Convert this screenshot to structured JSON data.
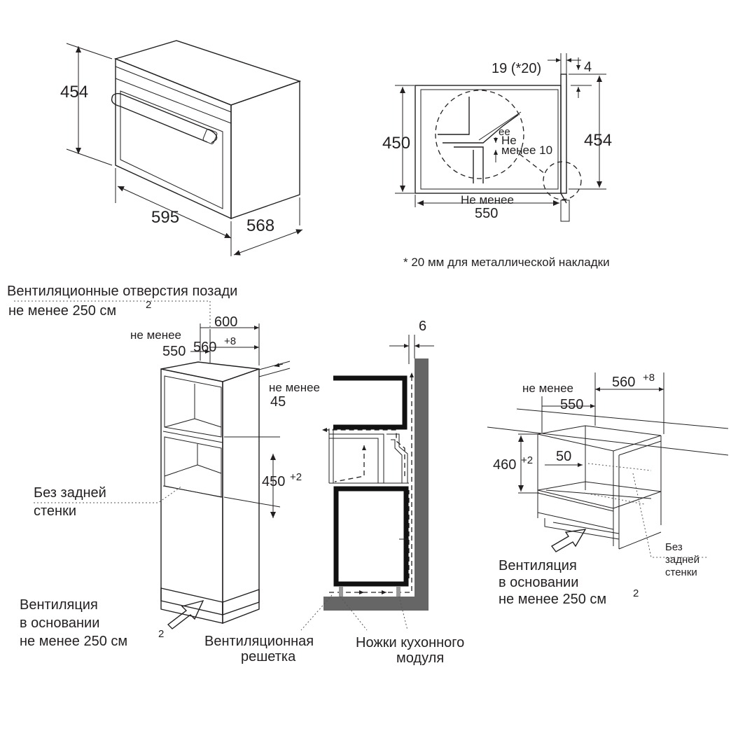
{
  "oven_view": {
    "height": "454",
    "width": "595",
    "depth": "568"
  },
  "side_section": {
    "top_offset": "19 (*20)",
    "top_gap": "4",
    "inner_height": "450",
    "outer_height": "454",
    "min_label": "Не менее",
    "min_value": "550",
    "detail_min_cut": "Не",
    "detail_min_label": "менее 10",
    "detail_min_ghost": "ее",
    "footnote": "* 20 мм для металлической накладки"
  },
  "tall_cabinet": {
    "vent_title_line1": "Вентиляционные отверстия позади",
    "vent_title_line2": "не менее 250 см",
    "vent_title_sup": "2",
    "depth_600": "600",
    "min_label": "не менее",
    "min_550": "550",
    "width_560": "560",
    "width_560_tol": "+8",
    "min45_label": "не менее",
    "min45_value": "45",
    "niche_height": "450",
    "niche_height_tol": "+2",
    "no_back_line1": "Без задней",
    "no_back_line2": "стенки",
    "base_vent_line1": "Вентиляция",
    "base_vent_line2": "в основании",
    "base_vent_line3": "не менее 250 см",
    "base_vent_sup": "2"
  },
  "airflow_section": {
    "gap": "6",
    "grille_line1": "Вентиляционная",
    "grille_line2": "решетка",
    "legs_line1": "Ножки кухонного",
    "legs_line2": "модуля"
  },
  "under_counter": {
    "min_label": "не менее",
    "min_550": "550",
    "width_560": "560",
    "width_560_tol": "+8",
    "height_460": "460",
    "height_460_tol": "+2",
    "gap_50": "50",
    "no_back_line1": "Без",
    "no_back_line2": "задней",
    "no_back_line3": "стенки",
    "base_vent_line1": "Вентиляция",
    "base_vent_line2": "в основании",
    "base_vent_line3": "не менее 250 см",
    "base_vent_sup": "2"
  }
}
